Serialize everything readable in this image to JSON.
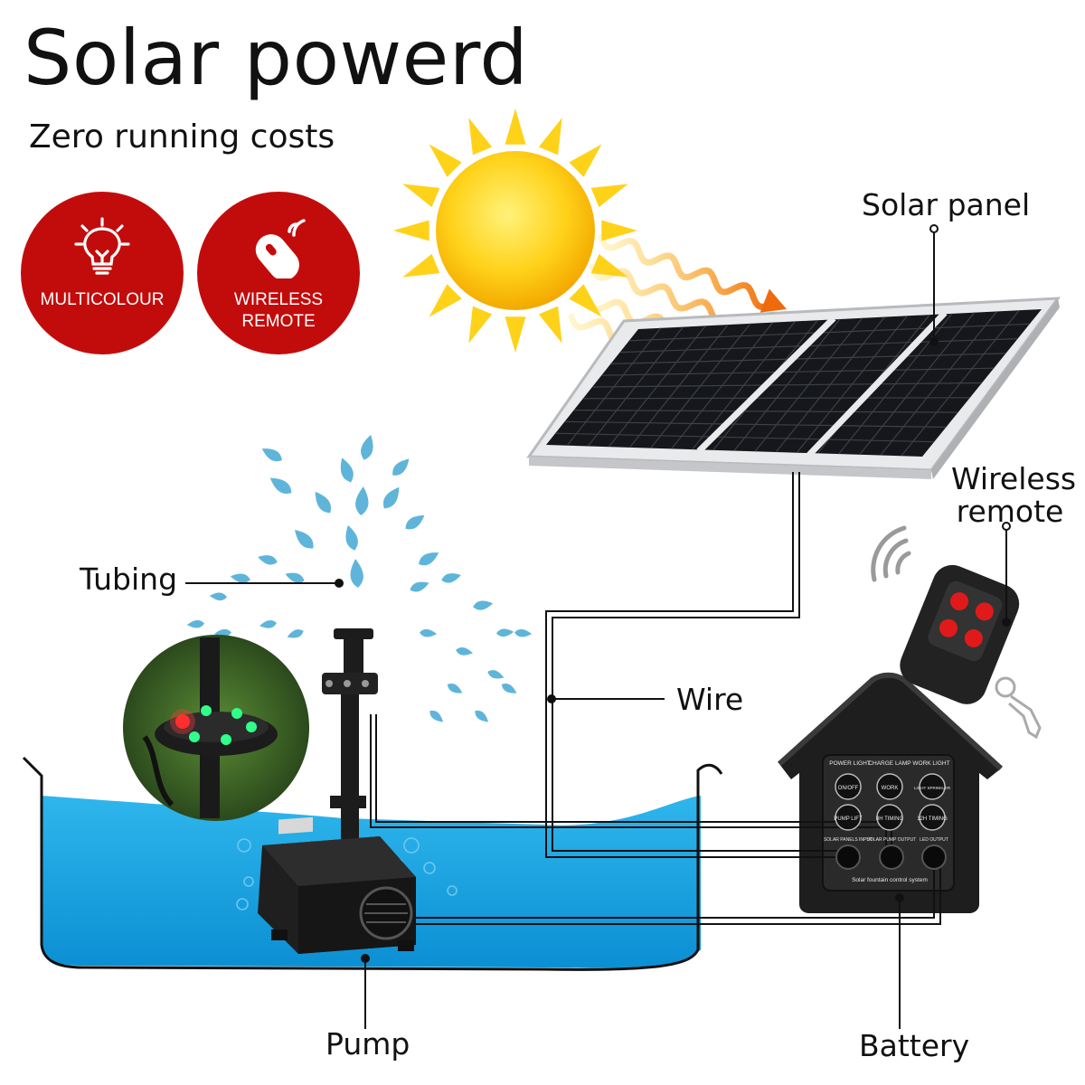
{
  "header": {
    "title": "Solar powerd",
    "subtitle": "Zero running costs"
  },
  "badges": [
    {
      "icon": "light-bulb-icon",
      "label": "MULTICOLOUR"
    },
    {
      "icon": "remote-control-icon",
      "label_line1": "WIRELESS",
      "label_line2": "REMOTE"
    }
  ],
  "callouts": {
    "solar_panel": "Solar panel",
    "wireless_remote_line1": "Wireless",
    "wireless_remote_line2": "remote",
    "tubing": "Tubing",
    "wire": "Wire",
    "pump": "Pump",
    "battery": "Battery"
  },
  "controller": {
    "indicators": [
      "POWER LIGHT",
      "CHARGE LAMP",
      "WORK LIGHT"
    ],
    "buttons": [
      "ON/OFF",
      "WORK",
      "LIGHT SPRINKLER",
      "PUMP LIFT",
      "8H TIMING",
      "12H TIMING"
    ],
    "ports": [
      "SOLAR PANELS INPUT",
      "SOLAR PUMP OUTPUT",
      "LED OUTPUT"
    ],
    "footer": "Solar fountain control system"
  },
  "colors": {
    "badge": "#c20c0c",
    "water": "#1aa3df",
    "sun": "#ffd21a",
    "rays": "#f07a10"
  }
}
